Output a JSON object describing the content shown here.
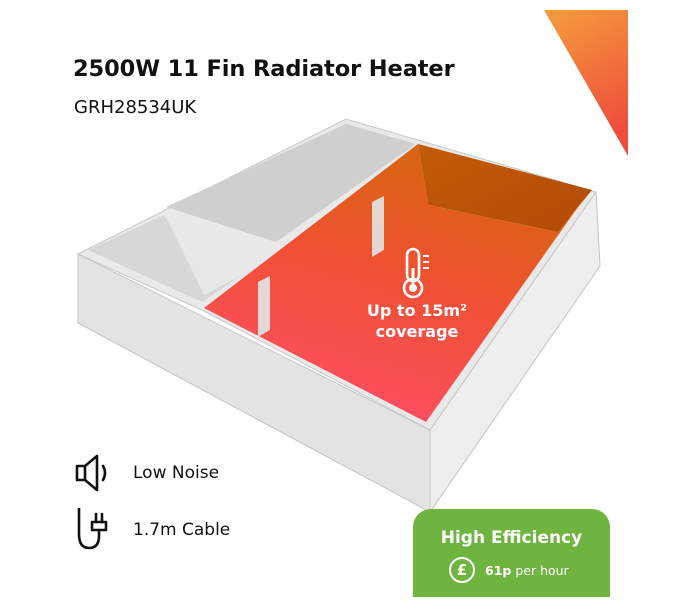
{
  "product": {
    "title": "2500W 11 Fin Radiator Heater",
    "model": "GRH28534UK"
  },
  "room": {
    "coverage_line1": "Up to 15m²",
    "coverage_line2": "coverage",
    "icon": "thermometer-icon"
  },
  "features": [
    {
      "icon": "speaker-icon",
      "label": "Low Noise"
    },
    {
      "icon": "plug-cable-icon",
      "label": "1.7m Cable"
    }
  ],
  "efficiency": {
    "title": "High Efficiency",
    "currency_symbol": "£",
    "price": "61p",
    "unit": "per hour"
  },
  "colors": {
    "accent_orange": "#f0683a",
    "heat_red": "#ff4d5a",
    "heat_orange": "#d66a10",
    "badge_green": "#6fb340",
    "wall_grey": "#e6e6e6"
  }
}
